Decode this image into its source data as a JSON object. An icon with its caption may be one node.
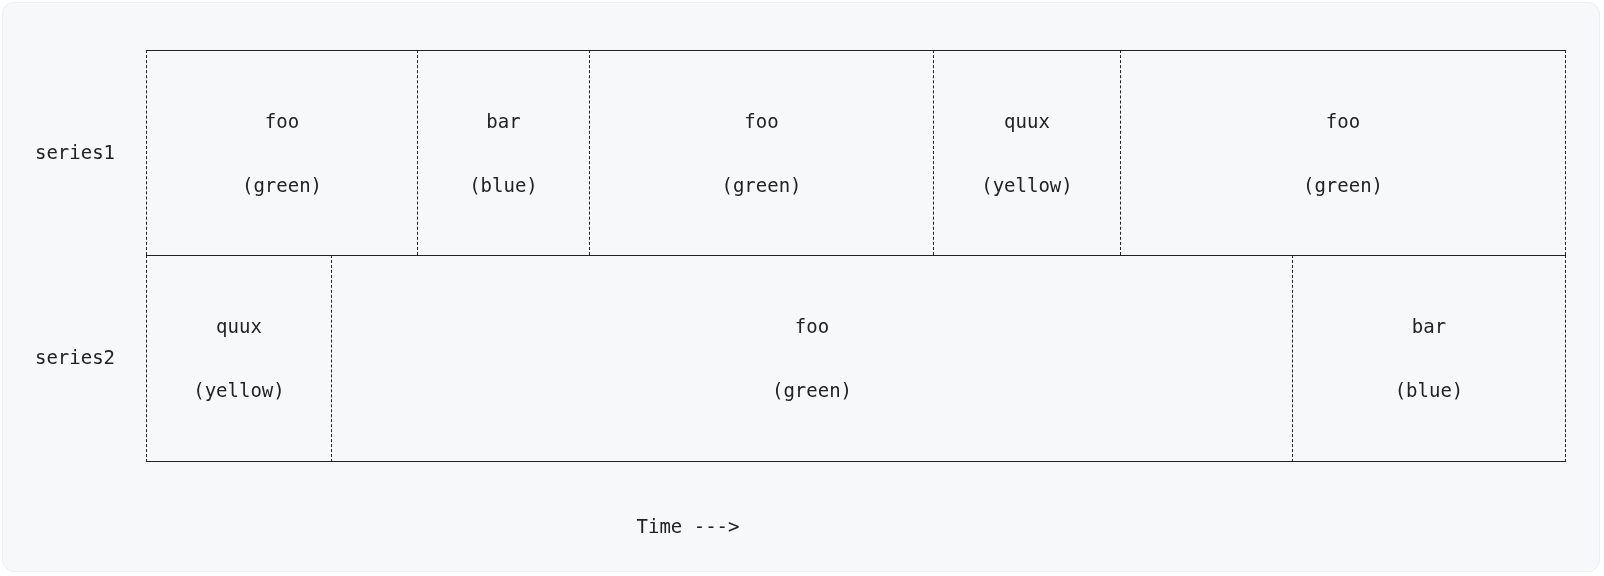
{
  "diagram": {
    "nodes": [
      {
        "text": [
          "foo",
          "(green)"
        ]
      },
      {
        "text": [
          "bar",
          "(blue)"
        ]
      },
      {
        "text": [
          "foo",
          "(green)"
        ]
      },
      {
        "text": [
          "quux",
          "(yellow)"
        ]
      },
      {
        "text": [
          "foo",
          "(green)"
        ]
      },
      {
        "text": [
          "quux",
          "(yellow)"
        ]
      },
      {
        "text": [
          "foo",
          "(green)"
        ]
      },
      {
        "text": [
          "bar",
          "(blue)"
        ]
      }
    ],
    "edges": [],
    "labels": [
      "series1",
      "series2",
      "Time --->"
    ]
  }
}
